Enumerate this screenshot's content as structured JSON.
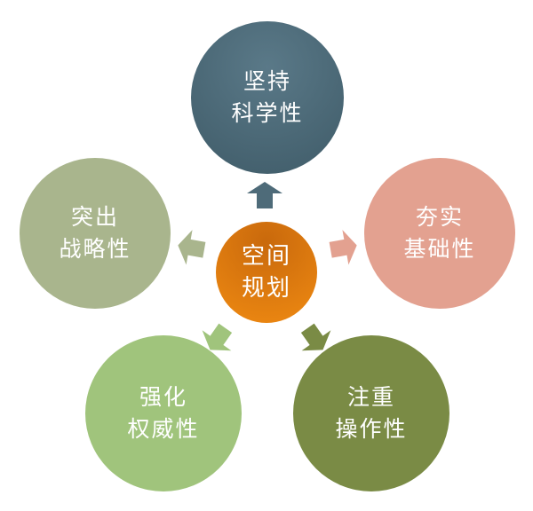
{
  "center": {
    "line1": "空间",
    "line2": "规划",
    "color": "#e07f12"
  },
  "nodes": {
    "top": {
      "line1": "坚持",
      "line2": "科学性",
      "color": "#4e6b79"
    },
    "right": {
      "line1": "夯实",
      "line2": "基础性",
      "color": "#e3a190"
    },
    "left": {
      "line1": "突出",
      "line2": "战略性",
      "color": "#a9b58d"
    },
    "bottom_left": {
      "line1": "强化",
      "line2": "权威性",
      "color": "#a0c47c"
    },
    "bottom_right": {
      "line1": "注重",
      "line2": "操作性",
      "color": "#7a8b45"
    }
  }
}
